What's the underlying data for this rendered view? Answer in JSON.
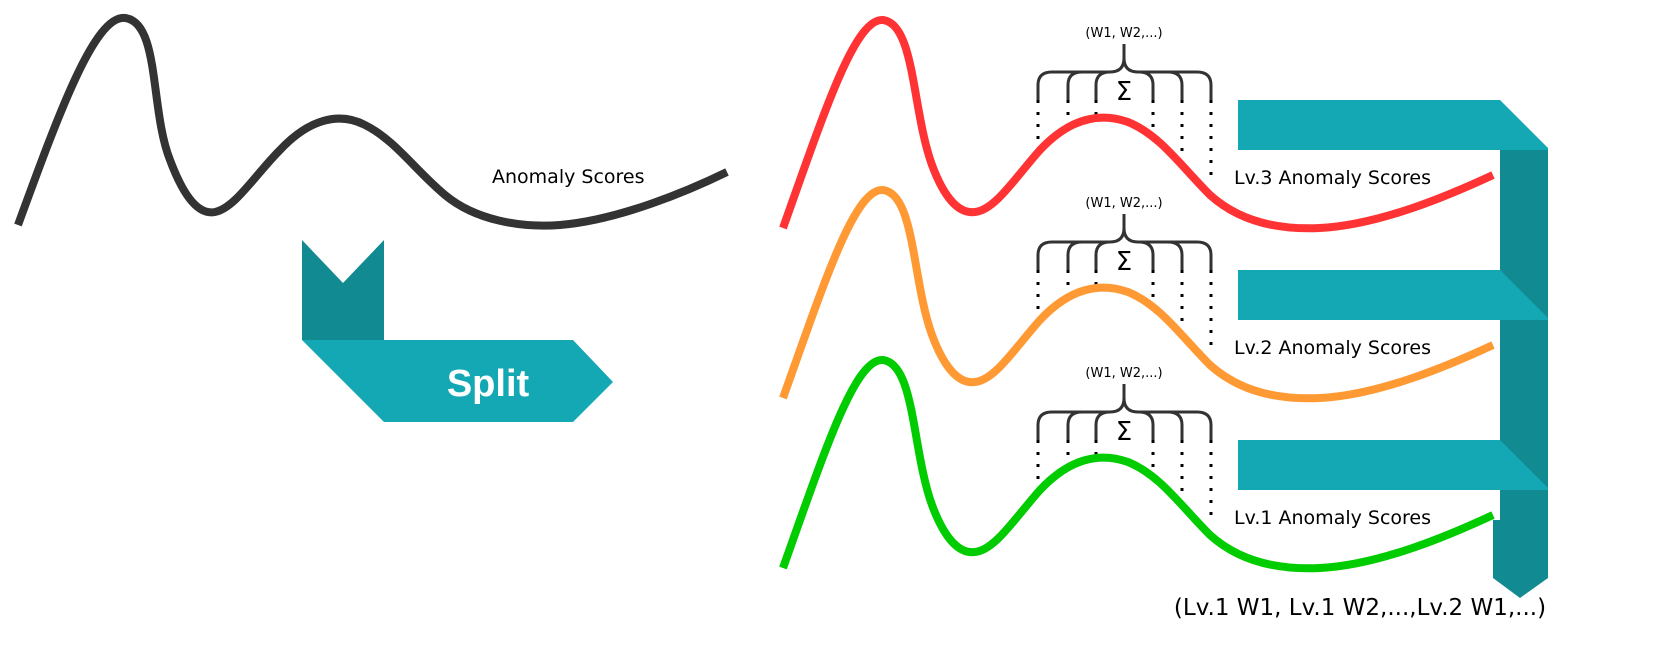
{
  "input": {
    "label": "Anomaly Scores",
    "color": "#333333"
  },
  "split": {
    "label": "Split",
    "color": "#14a8b5",
    "dark_color": "#118a91"
  },
  "levels": [
    {
      "label": "Lv.3 Anomaly Scores",
      "color": "#ff3333",
      "weights": "(W1, W2,...)",
      "sum": "Σ"
    },
    {
      "label": "Lv.2 Anomaly Scores",
      "color": "#ff9933",
      "weights": "(W1, W2,...)",
      "sum": "Σ"
    },
    {
      "label": "Lv.1 Anomaly Scores",
      "color": "#00cc00",
      "weights": "(W1, W2,...)",
      "sum": "Σ"
    }
  ],
  "output": {
    "label": "(Lv.1 W1, Lv.1 W2,...,Lv.2 W1,...)"
  }
}
